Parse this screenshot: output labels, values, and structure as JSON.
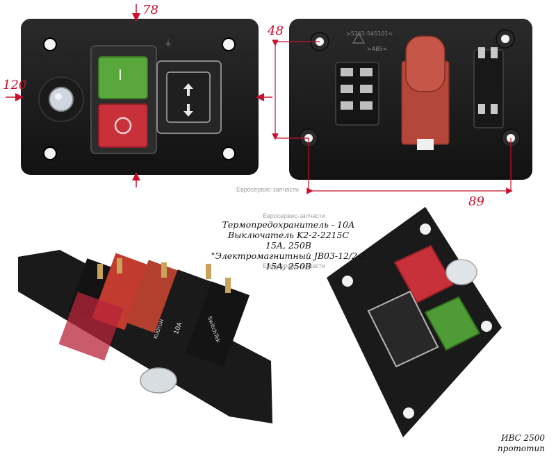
{
  "dimensions": {
    "top_width": "78",
    "side_height": "120",
    "hole_vertical": "48",
    "hole_horizontal": "89"
  },
  "panel_labels": {
    "on_button_symbol": "I",
    "off_button_symbol": "O",
    "back_marking_code": ">5161-545101<",
    "back_marking_material": ">ABS<",
    "breaker_rating": "10A",
    "breaker_brand": "KUOYUH",
    "switch_brand": "SwitchTek"
  },
  "watermarks": {
    "top": "Евросервис-запчасти",
    "middle": "Евросервис-запчасти",
    "lower": "Евросервис-запчасти"
  },
  "caption": {
    "line1": "Термопредохранитель - 10А",
    "line2": "Выключатель K2-2-2215C",
    "line3": "15A, 250B",
    "line4": "\"Электромагнитный JB03-12/2-2",
    "line5": "15A, 250B"
  },
  "model": {
    "name": "ИВС 2500",
    "note": "прототип"
  },
  "colors": {
    "annotation_red": "#c8102e",
    "panel_black": "#1b1b1b",
    "button_green": "#5aa83c",
    "button_red": "#c8303a",
    "housing_brown_red": "#b5473a"
  }
}
